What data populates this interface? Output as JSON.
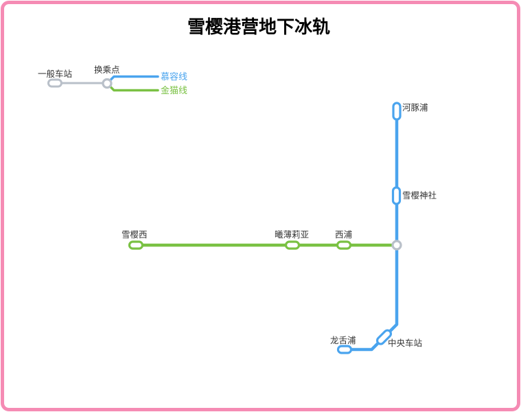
{
  "title": "雪樱港营地下冰轨",
  "colors": {
    "frame_pink": "#f58bb4",
    "murong_blue": "#4aa4ee",
    "jinmao_green": "#7ac143",
    "station_gray": "#b9c0c9",
    "label_dark": "#333333",
    "background": "#ffffff"
  },
  "legend": {
    "station_label": "一般车站",
    "transfer_label": "换乘点",
    "line1_label": "慕容线",
    "line2_label": "金猫线"
  },
  "map": {
    "murong_line": {
      "name": "慕容线",
      "stations": {
        "hetunpu": "河豚浦",
        "xueying_shenshe": "雪樱神社",
        "zhongyang_chezhan": "中央车站",
        "longshepu": "龙舌浦"
      }
    },
    "jinmao_line": {
      "name": "金猫线",
      "stations": {
        "xueying_xi": "雪樱西",
        "xibaoliya": "曦薄莉亚",
        "xipu": "西浦"
      }
    }
  }
}
